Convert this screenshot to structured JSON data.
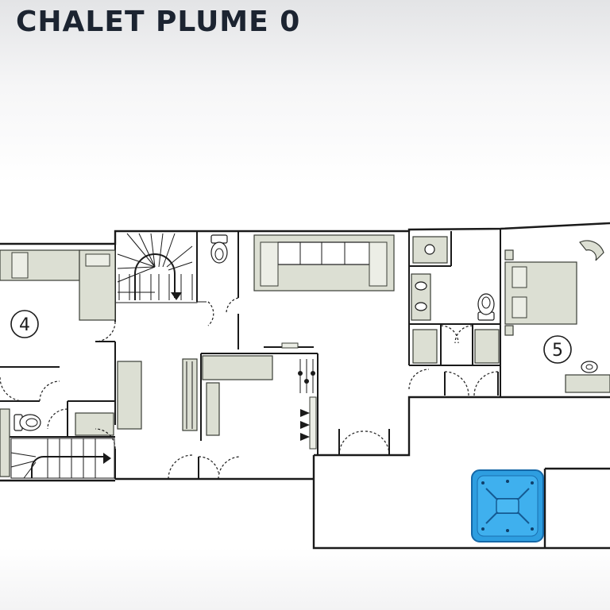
{
  "title": "CHALET PLUME 0",
  "rooms": [
    {
      "number": "4"
    },
    {
      "number": "5"
    }
  ],
  "colors": {
    "title": "#1c2431",
    "walls": "#1a1a1a",
    "furniture": "#dcdfd3",
    "hot_tub": "#2e9ee0"
  },
  "icons": [
    "staircase-icon",
    "toilet-icon",
    "sink-icon",
    "bed-icon",
    "sofa-icon",
    "hot-tub-icon",
    "armchair-icon",
    "lamp-icon",
    "ski-rack-icon"
  ]
}
